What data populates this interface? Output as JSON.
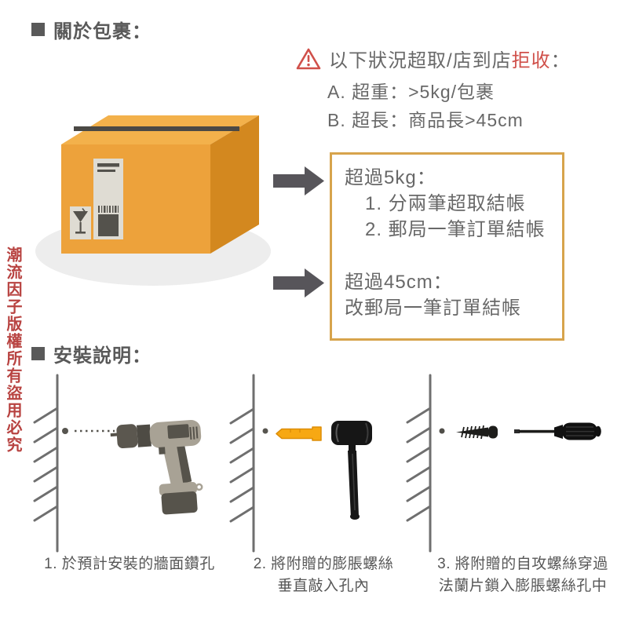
{
  "sections": {
    "package_title": "關於包裹：",
    "install_title": "安裝說明："
  },
  "warning": {
    "title_prefix": "以下狀況超取/店到店",
    "title_highlight": "拒收",
    "title_suffix": "：",
    "items": [
      "A. 超重：>5kg/包裹",
      "B. 超長：商品長>45cm"
    ]
  },
  "rules": [
    {
      "title": "超過5kg：",
      "items": [
        "1. 分兩筆超取結帳",
        "2. 郵局一筆訂單結帳"
      ]
    },
    {
      "title": "超過45cm：",
      "items": [
        "改郵局一筆訂單結帳"
      ]
    }
  ],
  "steps": [
    {
      "lines": [
        "1. 於預計安裝的牆面鑽孔",
        ""
      ]
    },
    {
      "lines": [
        "2. 將附贈的膨脹螺絲",
        "垂直敲入孔內"
      ]
    },
    {
      "lines": [
        "3. 將附贈的自攻螺絲穿過",
        "法蘭片鎖入膨脹螺絲孔中"
      ]
    }
  ],
  "watermark": "潮流因子版權所有盜用必究",
  "icons": {
    "warning": "warning-triangle-icon",
    "bullet": "square-bullet-icon",
    "arrow": "arrow-right-icon"
  },
  "colors": {
    "accent_red": "#d0504a",
    "watermark_red": "#b84341",
    "gold_border": "#d7a44c",
    "carton_front": "#eda23b",
    "carton_top": "#f3b14b",
    "carton_side": "#d3881f",
    "anchor_yellow": "#f7a813",
    "text_gray": "#686868",
    "header_gray": "#595959"
  }
}
